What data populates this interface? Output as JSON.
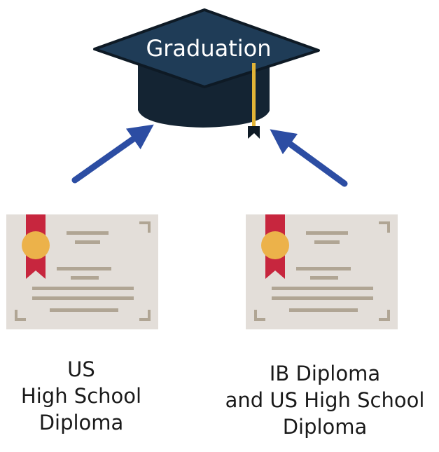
{
  "cap": {
    "title": "Graduation"
  },
  "diplomas": [
    {
      "id": "us",
      "label_lines": [
        "US",
        "High School",
        "Diploma"
      ]
    },
    {
      "id": "ib",
      "label_lines": [
        "IB Diploma",
        "and US High School",
        "Diploma"
      ]
    }
  ],
  "colors": {
    "cap_top": "#1f3c57",
    "cap_band": "#142433",
    "tassel": "#e2b437",
    "arrow": "#2c4da3",
    "certificate_bg": "#e3ded9",
    "certificate_lines": "#b0a594",
    "ribbon": "#c7263e",
    "seal": "#ecb24a"
  },
  "icons": {
    "cap": "graduation-cap-icon",
    "certificate": "certificate-icon",
    "arrow": "arrow-icon"
  }
}
